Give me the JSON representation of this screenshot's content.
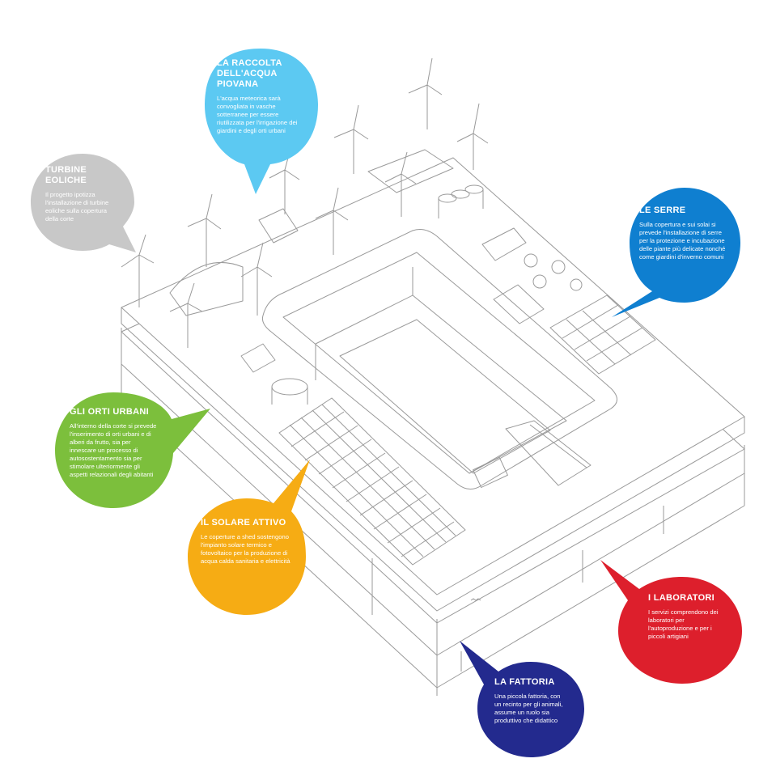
{
  "palette": {
    "line": "#9a9a9a",
    "rainwater": "#5cc9f2",
    "wind": "#c8c8c8",
    "greenhouse": "#0f7fd0",
    "gardens": "#7cbf3c",
    "solar": "#f6ac14",
    "labs": "#dd1f2c",
    "farm": "#232a8e"
  },
  "callouts": [
    {
      "key": "pioggia",
      "color_key": "rainwater",
      "icon": "speech-bubble",
      "title": "LA RACCOLTA\nDELL'ACQUA PIOVANA",
      "text": "L'acqua meteorica sarà convogliata in vasche sotterranee per essere riutilizzata per l'irrigazione dei giardini e degli orti urbani"
    },
    {
      "key": "turbine",
      "color_key": "wind",
      "icon": "speech-bubble",
      "title": "TURBINE\nEOLICHE",
      "text": "Il progetto ipotizza l'installazione di turbine eoliche sulla copertura della corte"
    },
    {
      "key": "serre",
      "color_key": "greenhouse",
      "icon": "speech-bubble",
      "title": "LE SERRE",
      "text": "Sulla copertura e sui solai si prevede l'installazione di serre per la protezione e incubazione delle piante più delicate nonché come giardini d'inverno comuni"
    },
    {
      "key": "orti",
      "color_key": "gardens",
      "icon": "speech-bubble",
      "title": "GLI ORTI URBANI",
      "text": "All'interno della corte si prevede l'inserimento di orti urbani e di alberi da frutto, sia per innescare un processo di autosostentamento sia per stimolare ulteriormente gli aspetti relazionali degli abitanti"
    },
    {
      "key": "solare",
      "color_key": "solar",
      "icon": "speech-bubble",
      "title": "IL SOLARE ATTIVO",
      "text": "Le coperture a shed sostengono l'impianto solare termico e fotovoltaico per la produzione di acqua calda sanitaria e elettricità"
    },
    {
      "key": "lab",
      "color_key": "labs",
      "icon": "speech-bubble",
      "title": "I LABORATORI",
      "text": "I servizi comprendono dei laboratori per l'autoproduzione e per i piccoli artigiani"
    },
    {
      "key": "fattoria",
      "color_key": "farm",
      "icon": "speech-bubble",
      "title": "LA FATTORIA",
      "text": "Una piccola fattoria, con un recinto per gli animali, assume un ruolo sia produttivo che didattico"
    }
  ]
}
